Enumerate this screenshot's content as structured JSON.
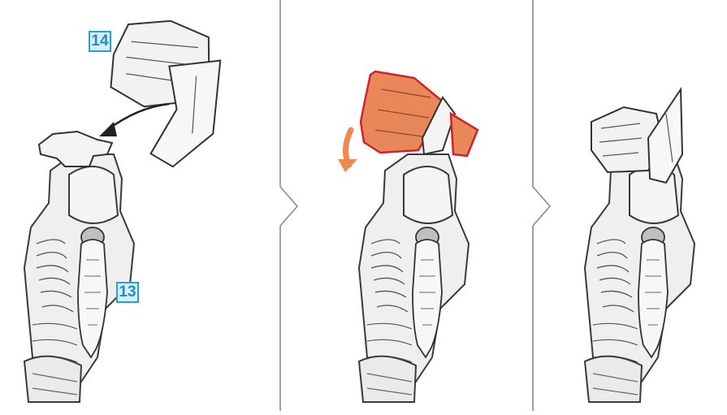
{
  "labels": {
    "part_top": "14",
    "part_bottom": "13"
  },
  "colors": {
    "background": "#ffffff",
    "divider": "#8a8a8a",
    "part_fill": "#f0f0f0",
    "part_stroke": "#3a3a3a",
    "highlight_fill": "#e8875a",
    "highlight_stroke": "#d0232a",
    "arrow_orange": "#ee8a4e",
    "arrow_black": "#222222",
    "label_border": "#2a9fd8",
    "label_fill": "#d9f0fb"
  },
  "icons": {
    "step_separator": "chevron-right-divider",
    "curved_arrow": "rotate-arrow",
    "attach_arrow": "attach-arrow"
  }
}
